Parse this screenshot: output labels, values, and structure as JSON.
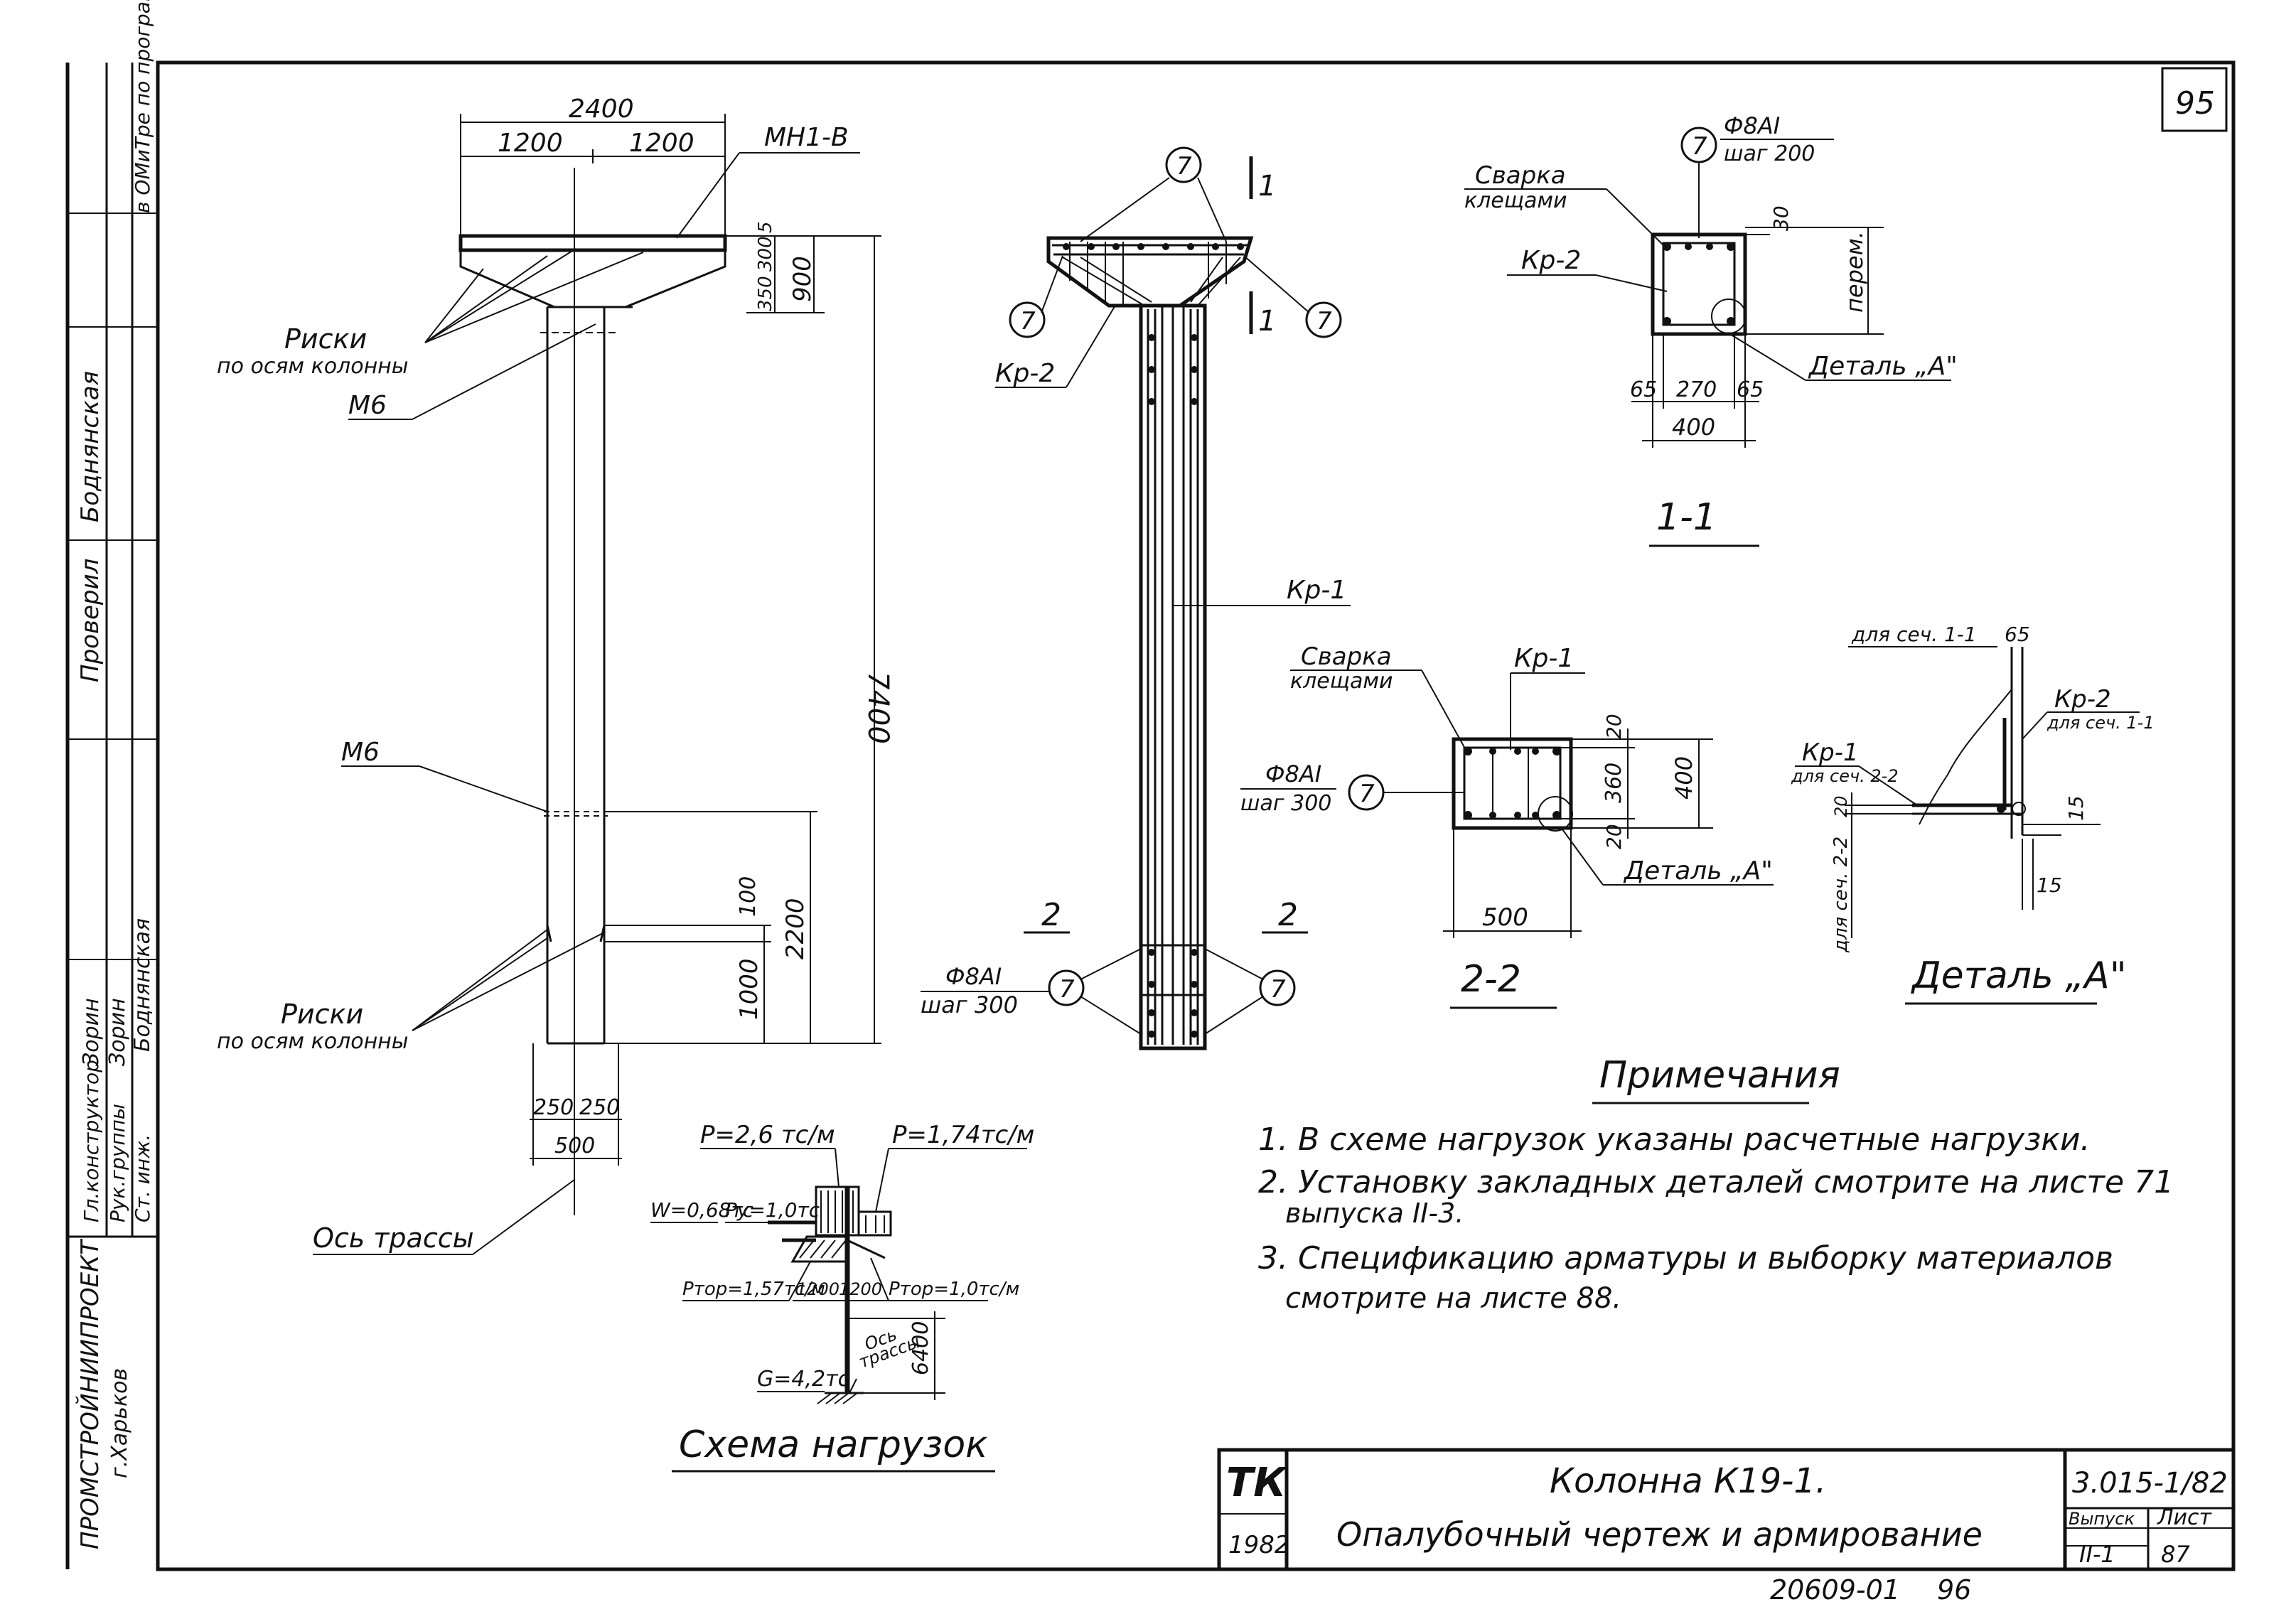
{
  "sheet": {
    "page_number": "95",
    "bottom_code": "20609-01",
    "bottom_page": "96"
  },
  "side_stamp": {
    "names": [
      "Боднянская",
      "Зорин",
      "Зорин",
      "Боднянская"
    ],
    "roles": [
      "Гл.конструктор",
      "Рук.группы",
      "Ст. инж."
    ],
    "role_check": "Проверил",
    "institute": "ПРОМСТРОЙНИИПРОЕКТ",
    "city": "г.Харьков",
    "top_note": "в ОМиТре по программе АВС"
  },
  "elevation": {
    "dim_total": "2400",
    "dim_half_left": "1200",
    "dim_half_right": "1200",
    "label_mn": "МН1-В",
    "dim_5": "5",
    "dim_300": "300",
    "dim_350": "350",
    "dim_900": "900",
    "dim_7400": "7400",
    "dim_100": "100",
    "dim_2200": "2200",
    "dim_1000": "1000",
    "dim_250a": "250",
    "dim_250b": "250",
    "dim_500": "500",
    "label_riski_1": "Риски",
    "label_riski_1b": "по осям колонны",
    "label_m6_1": "М6",
    "label_m6_2": "М6",
    "label_riski_2": "Риски",
    "label_riski_2b": "по осям колонны",
    "label_axis": "Ось трассы"
  },
  "reinforcement": {
    "mark_7": "7",
    "label_kp2": "Кр-2",
    "label_kp1": "Кр-1",
    "cut_1": "1",
    "cut_2": "2",
    "rebar_1": "Ф8АI",
    "rebar_1b": "шаг 300"
  },
  "section_1_1": {
    "rebar": "Ф8АI",
    "rebar_step": "шаг 200",
    "mark": "7",
    "weld": "Сварка",
    "weld_b": "клещами",
    "label_kp2": "Кр-2",
    "dim_30": "30",
    "dim_perem": "перем.",
    "detail": "Деталь „А\"",
    "dim_65a": "65",
    "dim_270": "270",
    "dim_65b": "65",
    "dim_400": "400",
    "title": "1-1"
  },
  "section_2_2": {
    "weld": "Сварка",
    "weld_b": "клещами",
    "label_kp1": "Кр-1",
    "dim_20a": "20",
    "dim_360": "360",
    "dim_400": "400",
    "dim_20b": "20",
    "rebar": "Ф8АI",
    "rebar_step": "шаг 300",
    "mark": "7",
    "detail": "Деталь „А\"",
    "dim_500": "500",
    "title": "2-2"
  },
  "detail_a": {
    "for_sec_1": "для сеч. 1-1",
    "dim_65": "65",
    "label_kp2": "Кр-2",
    "label_kp2_b": "для сеч. 1-1",
    "label_kp1": "Кр-1",
    "label_kp1_b": "для сеч. 2-2",
    "dim_20": "20",
    "dim_15a": "15",
    "dim_15b": "15",
    "for_sec_2": "для сеч. 2-2",
    "title": "Деталь „А\""
  },
  "notes": {
    "title": "Примечания",
    "items": [
      "1. В схеме нагрузок указаны расчетные нагрузки.",
      "2. Установку закладных деталей смотрите на листе 71",
      "выпуска II-3.",
      "3. Спецификацию арматуры и выборку материалов",
      "смотрите на листе 88."
    ]
  },
  "load_scheme": {
    "p1": "P=2,6 тс/м",
    "p2": "P=1,74тс/м",
    "w": "W=0,68тс",
    "py": "Py=1,0тс",
    "ptor1": "Pтор=1,57тс/м",
    "d1200a": "1200",
    "d1200b": "1200",
    "ptor2": "Pтор=1,0тс/м",
    "g": "G=4,2тс",
    "axis": "Ось",
    "axis_b": "трассы",
    "d6400": "6400",
    "title": "Схема нагрузок"
  },
  "title_block": {
    "logo": "ТК",
    "year": "1982",
    "name": "Колонна К19-1.",
    "subtitle": "Опалубочный чертеж и армирование",
    "series": "3.015-1/82",
    "issue_label": "Выпуск",
    "issue_value": "II-1",
    "sheet_label": "Лист",
    "sheet_value": "87"
  }
}
